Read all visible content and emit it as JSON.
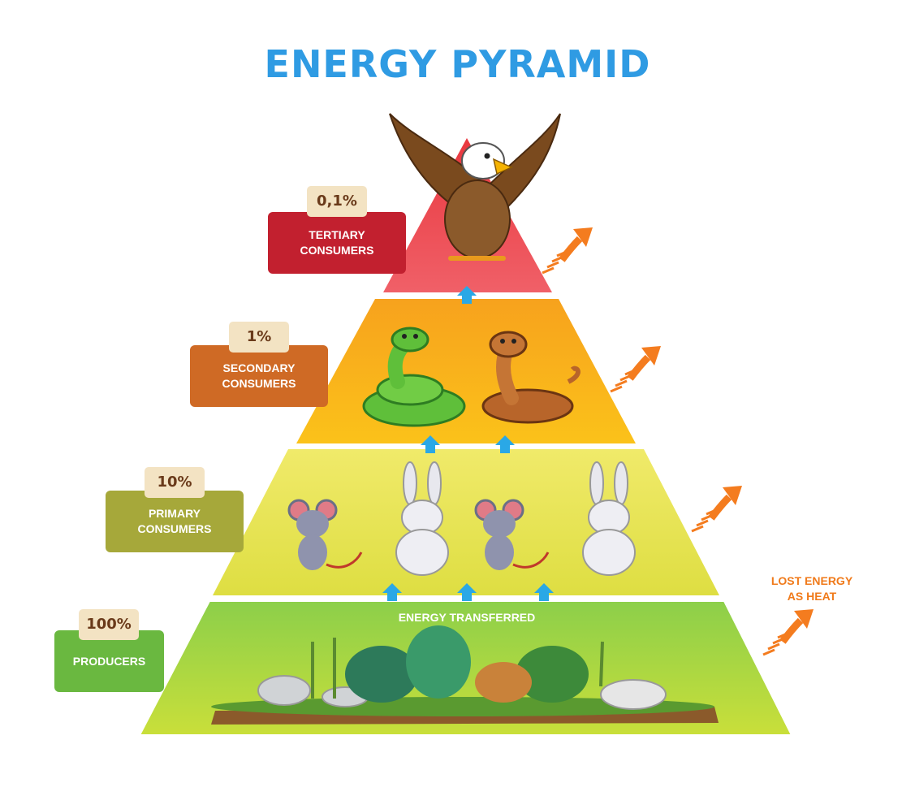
{
  "title": "ENERGY PYRAMID",
  "levels": [
    {
      "name_line1": "TERTIARY",
      "name_line2": "CONSUMERS",
      "percent": "0,1%",
      "color": "#ee4d58",
      "label_color": "#c2202f",
      "animals": [
        "eagle"
      ]
    },
    {
      "name_line1": "SECONDARY",
      "name_line2": "CONSUMERS",
      "percent": "1%",
      "color": "#f7a21d",
      "label_color": "#cf6a25",
      "animals": [
        "green-snake",
        "cobra"
      ]
    },
    {
      "name_line1": "PRIMARY",
      "name_line2": "CONSUMERS",
      "percent": "10%",
      "color": "#e2e04a",
      "label_color": "#a6a83a",
      "animals": [
        "mouse",
        "rabbit",
        "mouse",
        "rabbit"
      ]
    },
    {
      "name_line1": "PRODUCERS",
      "name_line2": "",
      "percent": "100%",
      "color": "#8ccf4a",
      "label_color": "#6ab840",
      "animals": [
        "plants"
      ]
    }
  ],
  "energy_transferred_label": "ENERGY TRANSFERRED",
  "lost_energy_label_line1": "LOST ENERGY",
  "lost_energy_label_line2": "AS HEAT",
  "colors": {
    "title": "#2f9be3",
    "transfer_arrow": "#2aa8e6",
    "heat_arrow": "#f47c1f",
    "lost_energy_text": "#f07a1a"
  }
}
